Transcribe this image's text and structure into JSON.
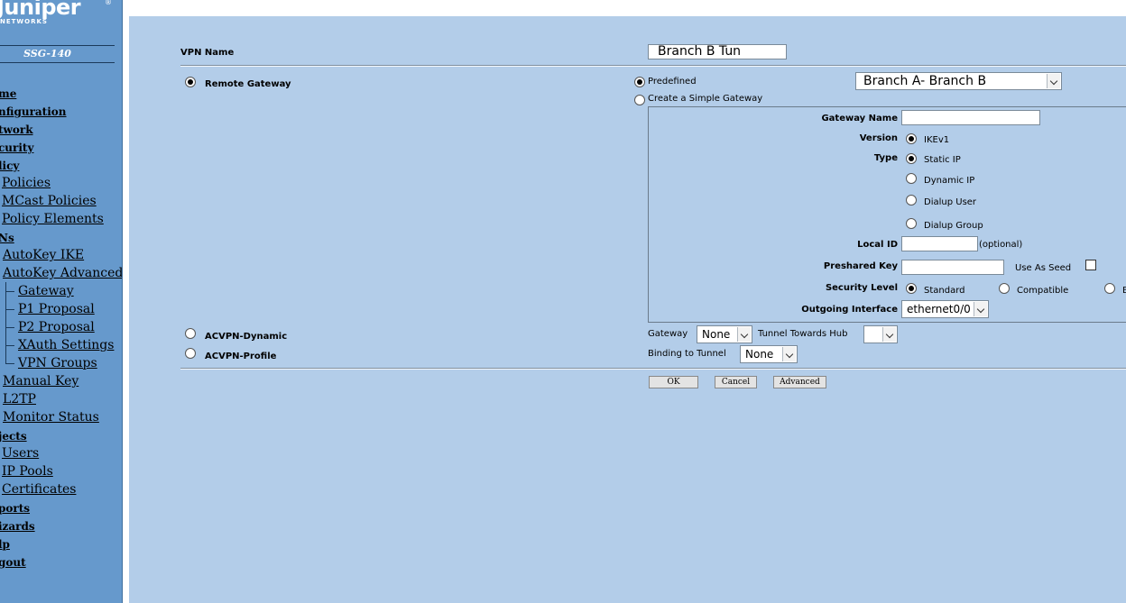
{
  "sidebar": {
    "logo": "Juniper",
    "logo_sub": "NETWORKS",
    "logo_reg": "®",
    "model": "SSG-140",
    "nav": {
      "home": "me",
      "configuration": "nfiguration",
      "network": "twork",
      "security": "curity",
      "policy": "licy",
      "policies": "Policies",
      "mcast_policies": "MCast Policies",
      "policy_elements": "Policy Elements",
      "vpns": "Ns",
      "autokey_ike": "AutoKey IKE",
      "autokey_advanced": "AutoKey Advanced",
      "gateway": "Gateway",
      "p1_proposal": "P1 Proposal",
      "p2_proposal": "P2 Proposal",
      "xauth_settings": "XAuth Settings",
      "vpn_groups": "VPN Groups",
      "manual_key": "Manual Key",
      "l2tp": "L2TP",
      "monitor_status": "Monitor Status",
      "objects": "jects",
      "users": "Users",
      "ip_pools": "IP Pools",
      "certificates": "Certificates",
      "reports": "ports",
      "wizards": "izards",
      "help": "lp",
      "logout": "gout"
    }
  },
  "form": {
    "vpn_name_label": "VPN Name",
    "vpn_name_value": "Branch B Tun",
    "remote_gateway_label": "Remote Gateway",
    "predefined_label": "Predefined",
    "predefined_value": "Branch A- Branch B",
    "create_simple_label": "Create a Simple Gateway",
    "gateway_name_label": "Gateway Name",
    "gateway_name_value": "",
    "version_label": "Version",
    "version_ikev1": "IKEv1",
    "type_label": "Type",
    "type_static": "Static IP",
    "type_dynamic": "Dynamic IP",
    "type_dialup_user": "Dialup User",
    "type_dialup_group": "Dialup Group",
    "local_id_label": "Local ID",
    "local_id_value": "",
    "local_id_hint": "(optional)",
    "preshared_label": "Preshared Key",
    "preshared_value": "",
    "use_as_seed_label": "Use As Seed",
    "security_level_label": "Security Level",
    "sec_standard": "Standard",
    "sec_compatible": "Compatible",
    "sec_basic_partial": "B",
    "outgoing_label": "Outgoing Interface",
    "outgoing_value": "ethernet0/0",
    "acvpn_dynamic_label": "ACVPN-Dynamic",
    "acvpn_profile_label": "ACVPN-Profile",
    "gateway_label": "Gateway",
    "gateway_select_value": "None",
    "tunnel_hub_label": "Tunnel Towards Hub",
    "tunnel_hub_value": "",
    "binding_label": "Binding to Tunnel",
    "binding_value": "None"
  },
  "buttons": {
    "ok": "OK",
    "cancel": "Cancel",
    "advanced": "Advanced"
  }
}
